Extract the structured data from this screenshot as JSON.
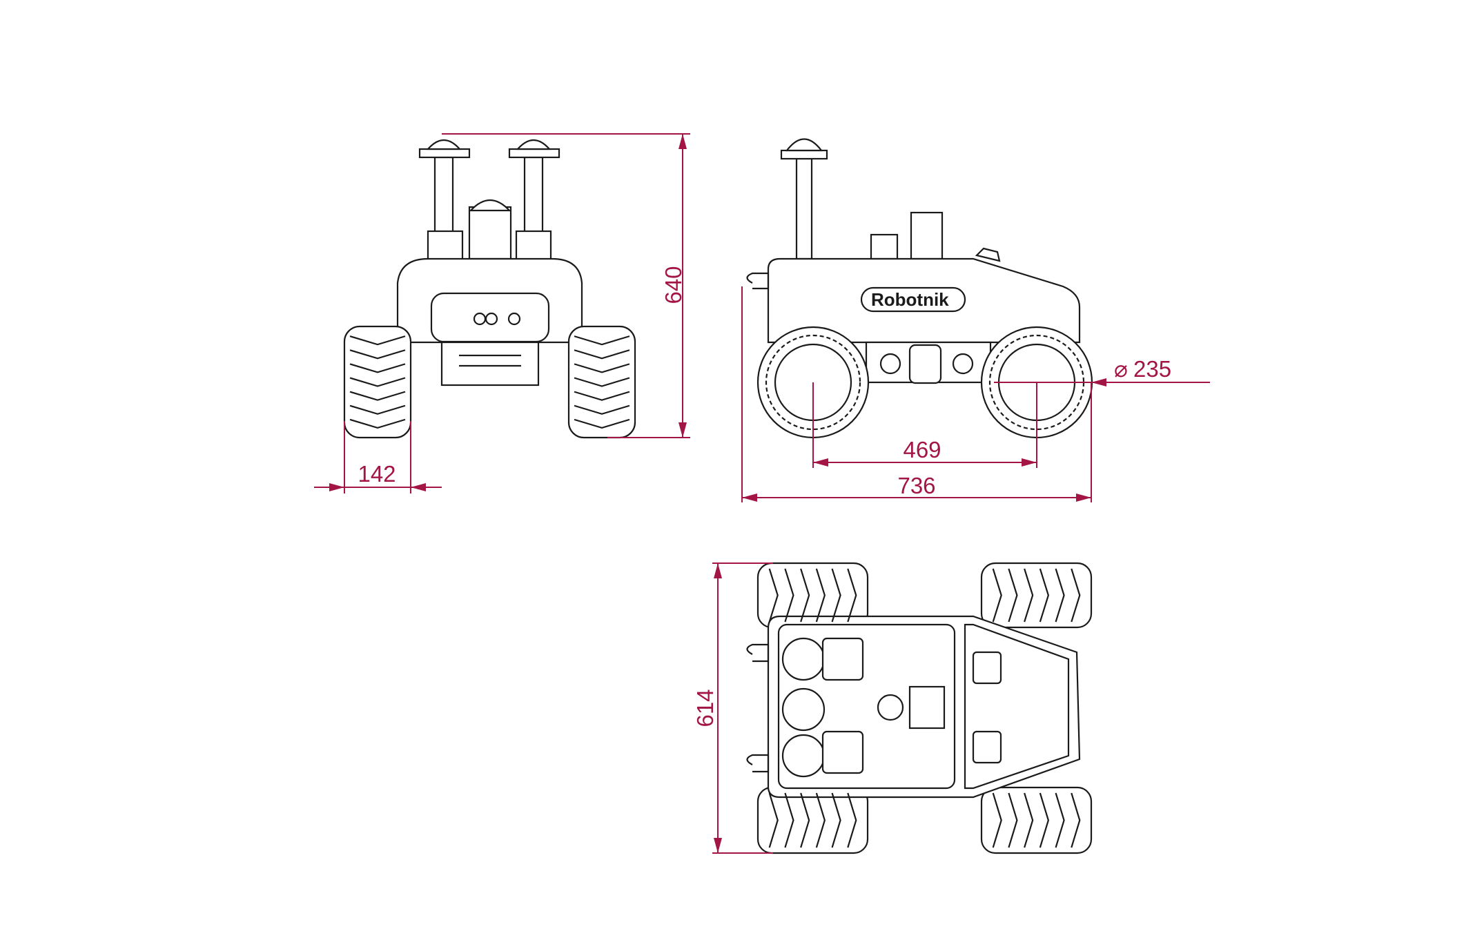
{
  "drawing": {
    "brand_logo": "Robotnik",
    "dimensions": {
      "height": "640",
      "wheel_width": "142",
      "wheelbase": "469",
      "length": "736",
      "wheel_diameter": "235",
      "diameter_symbol": "⌀",
      "width": "614"
    },
    "dimension_color": "#a31545",
    "line_color": "#1a1a1a"
  }
}
